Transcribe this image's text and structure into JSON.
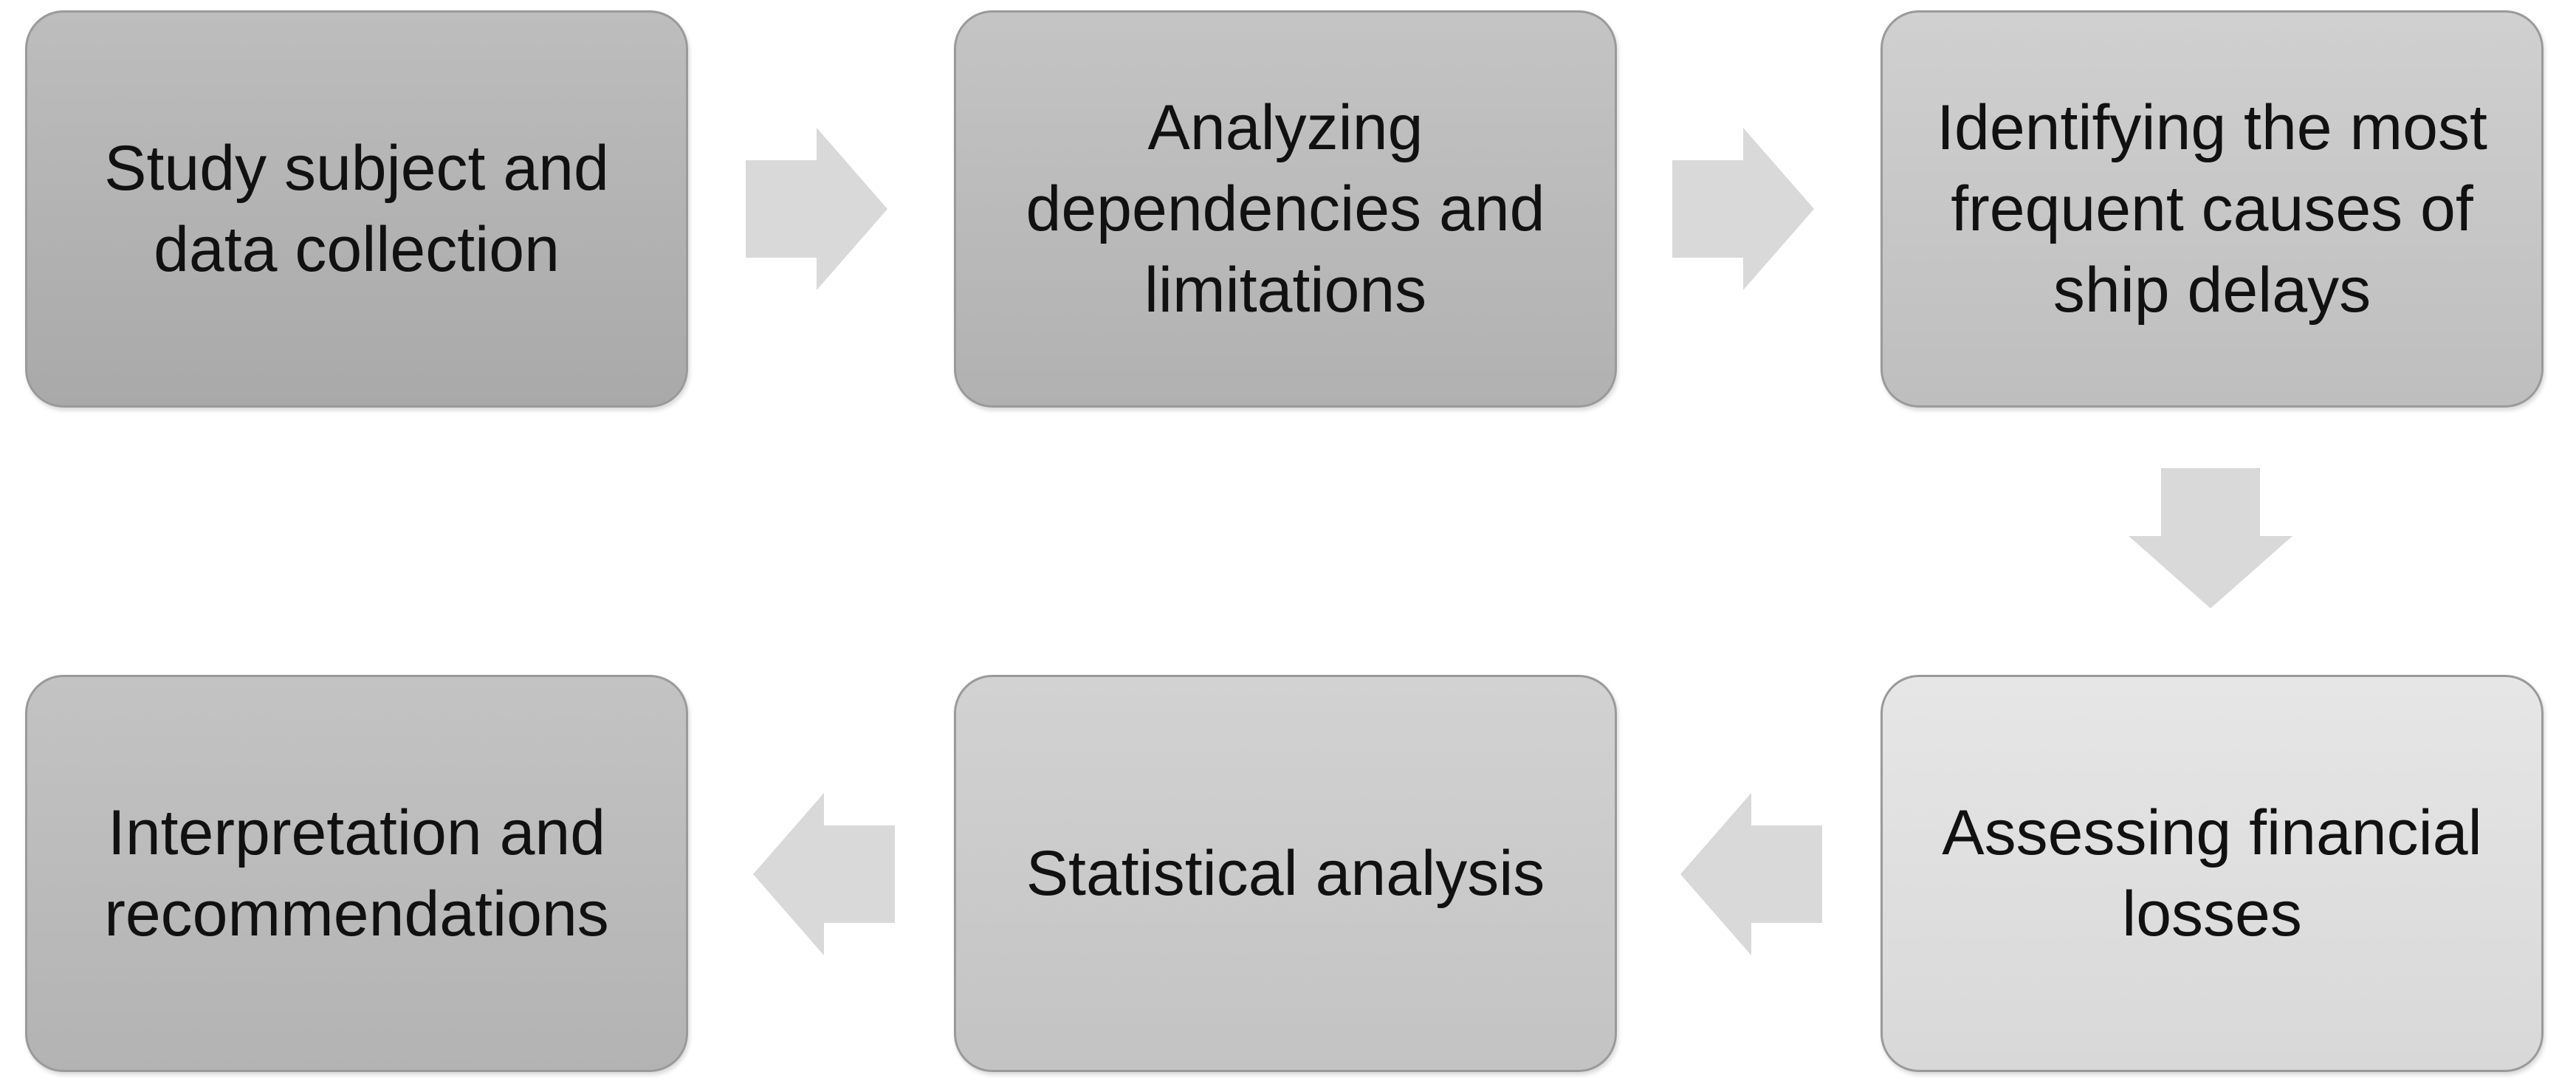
{
  "diagram": {
    "steps": [
      {
        "label": "Study subject and data collection"
      },
      {
        "label": "Analyzing dependencies and limitations"
      },
      {
        "label": "Identifying the most frequent causes of ship delays"
      },
      {
        "label": "Assessing financial losses"
      },
      {
        "label": "Statistical analysis"
      },
      {
        "label": "Interpretation and recommendations"
      }
    ],
    "colors": {
      "arrow": "#d9d9d9",
      "border": "#9a9a9a",
      "text": "#111111"
    }
  }
}
